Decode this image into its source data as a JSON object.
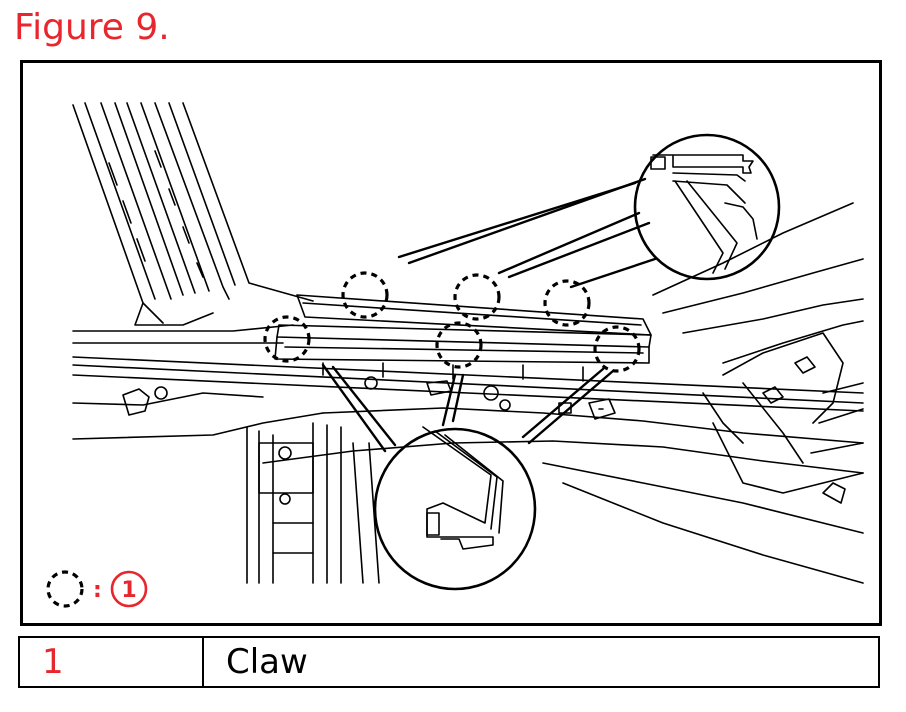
{
  "figure": {
    "title": "Figure 9."
  },
  "diagram": {
    "legend_key": {
      "separator": ":",
      "number": "1",
      "symbol": "dashed-circle"
    }
  },
  "legend": {
    "rows": [
      {
        "number": "1",
        "label": "Claw"
      }
    ]
  },
  "colors": {
    "accent": "#e8262d",
    "line": "#000000"
  }
}
